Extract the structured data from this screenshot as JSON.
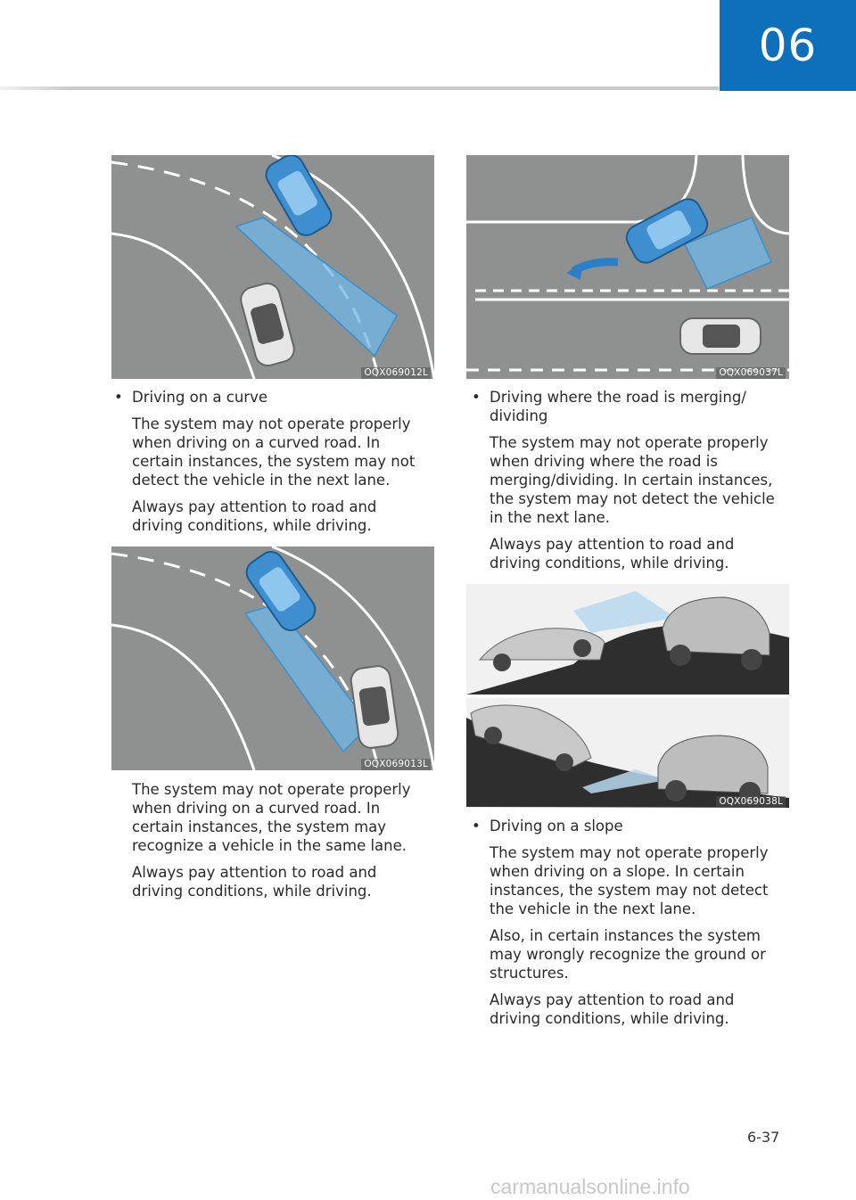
{
  "chapter": "06",
  "page_number": "6-37",
  "watermark": "carmanualsonline.info",
  "figures": {
    "fig1": {
      "code": "OQX069012L"
    },
    "fig2": {
      "code": "OQX069013L"
    },
    "fig3": {
      "code": "OQX069037L"
    },
    "fig4": {
      "code": "OQX069038L"
    }
  },
  "left": {
    "s1_title": "Driving on a curve",
    "s1_p1_l1": "The system may not operate properly",
    "s1_p1_l2": "when driving on a curved road. In",
    "s1_p1_l3": "certain instances, the system may not",
    "s1_p1_l4": "detect the vehicle in the next lane.",
    "s1_p2_l1": "Always pay attention to road and",
    "s1_p2_l2": "driving conditions, while driving.",
    "s2_p1_l1": "The system may not operate properly",
    "s2_p1_l2": "when driving on a curved road. In",
    "s2_p1_l3": "certain instances, the system may",
    "s2_p1_l4": "recognize a vehicle in the same lane.",
    "s2_p2_l1": "Always pay attention to road and",
    "s2_p2_l2": "driving conditions, while driving."
  },
  "right": {
    "s1_title_l1": "Driving where the road is merging/",
    "s1_title_l2": "dividing",
    "s1_p1_l1": "The system may not operate properly",
    "s1_p1_l2": "when driving where the road is",
    "s1_p1_l3": "merging/dividing. In certain instances,",
    "s1_p1_l4": "the system may not detect the vehicle",
    "s1_p1_l5": "in the next lane.",
    "s1_p2_l1": "Always pay attention to road and",
    "s1_p2_l2": "driving conditions, while driving.",
    "s2_title": "Driving on a slope",
    "s2_p1_l1": "The system may not operate properly",
    "s2_p1_l2": "when driving on a slope. In certain",
    "s2_p1_l3": "instances, the system may not detect",
    "s2_p1_l4": "the vehicle in the next lane.",
    "s2_p2_l1": "Also, in certain instances the system",
    "s2_p2_l2": "may wrongly recognize the ground or",
    "s2_p2_l3": "structures.",
    "s2_p3_l1": "Always pay attention to road and",
    "s2_p3_l2": "driving conditions, while driving."
  },
  "bullet": "•"
}
